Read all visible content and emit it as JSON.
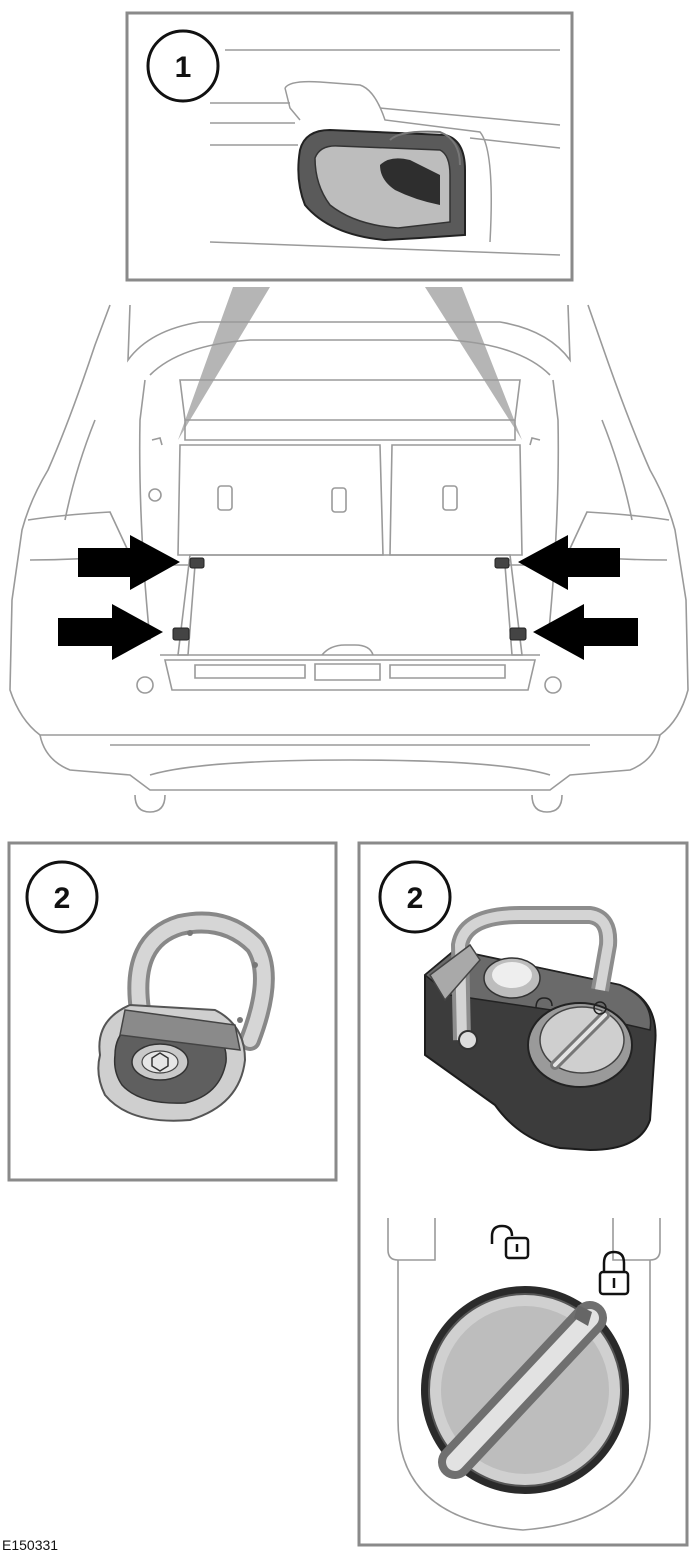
{
  "callouts": {
    "detail_top": "1",
    "detail_left": "2",
    "detail_right": "2"
  },
  "reference_code": "E150331",
  "lock_symbols": [
    "unlock-icon",
    "lock-icon"
  ],
  "colors": {
    "frame": "#8a8a8a",
    "line": "#9a9a9a",
    "arrow": "#000000",
    "metal_light": "#c8c8c8",
    "metal_dark": "#3c3c3c"
  }
}
